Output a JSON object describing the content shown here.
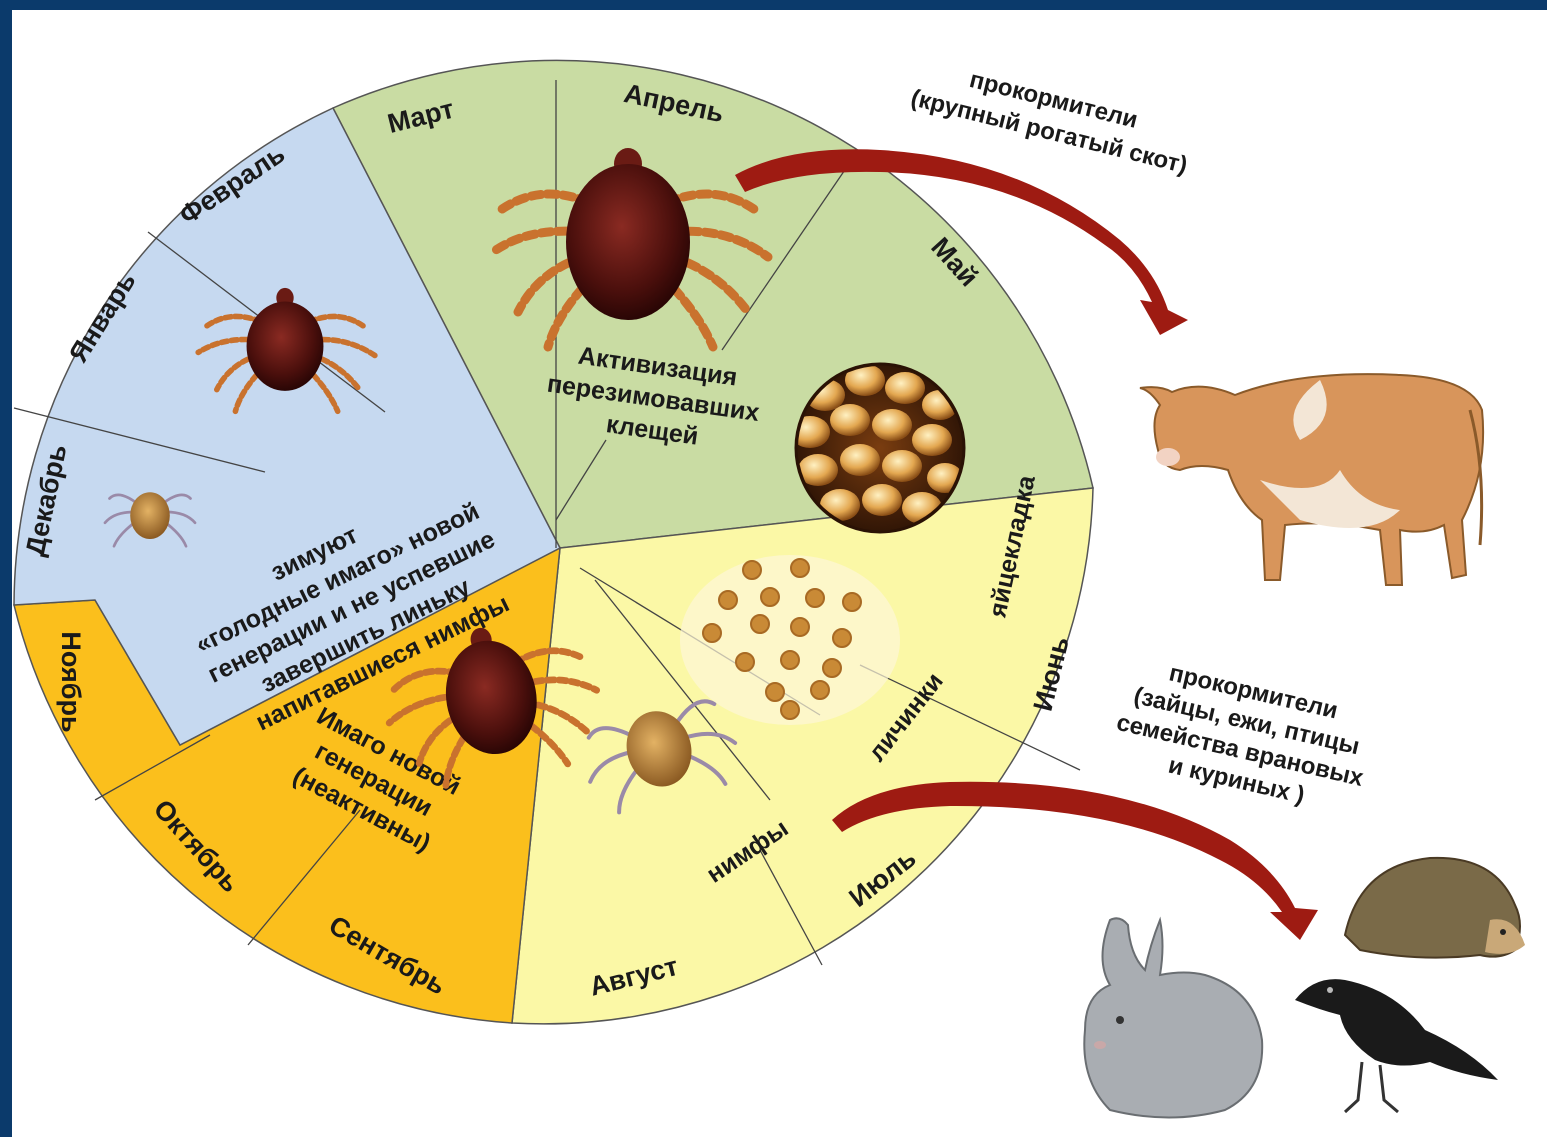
{
  "months": {
    "march": "Март",
    "april": "Апрель",
    "may": "Май",
    "june": "Июнь",
    "july": "Июль",
    "august": "Август",
    "september": "Сентябрь",
    "october": "Октябрь",
    "november": "Ноябрь",
    "december": "Декабрь",
    "january": "Январь",
    "february": "Февраль"
  },
  "stages": {
    "activation": [
      "Активизация",
      "перезимовавших",
      "клещей"
    ],
    "egg_laying": "яйцекладка",
    "larvae": "личинки",
    "nymphs": "нимфы",
    "new_imago": [
      "Имаго новой",
      "генерации",
      "(неактивны)"
    ],
    "wintering": [
      "зимуют",
      "«голодные имаго» новой",
      "генерации и не успевшие",
      "завершить линьку",
      "напитавшиеся нимфы"
    ]
  },
  "hosts": {
    "large": [
      "прокормители",
      "(крупный рогатый скот)"
    ],
    "small": [
      "прокормители",
      "(зайцы, ежи, птицы",
      "семейства врановых",
      "и куриных )"
    ]
  },
  "colors": {
    "spring": "#c9dca3",
    "summer": "#fbf8a6",
    "autumn": "#fbbf1c",
    "winter": "#c6d9f0",
    "arrow": "#9e1b12",
    "border": "#0b3a6b"
  }
}
